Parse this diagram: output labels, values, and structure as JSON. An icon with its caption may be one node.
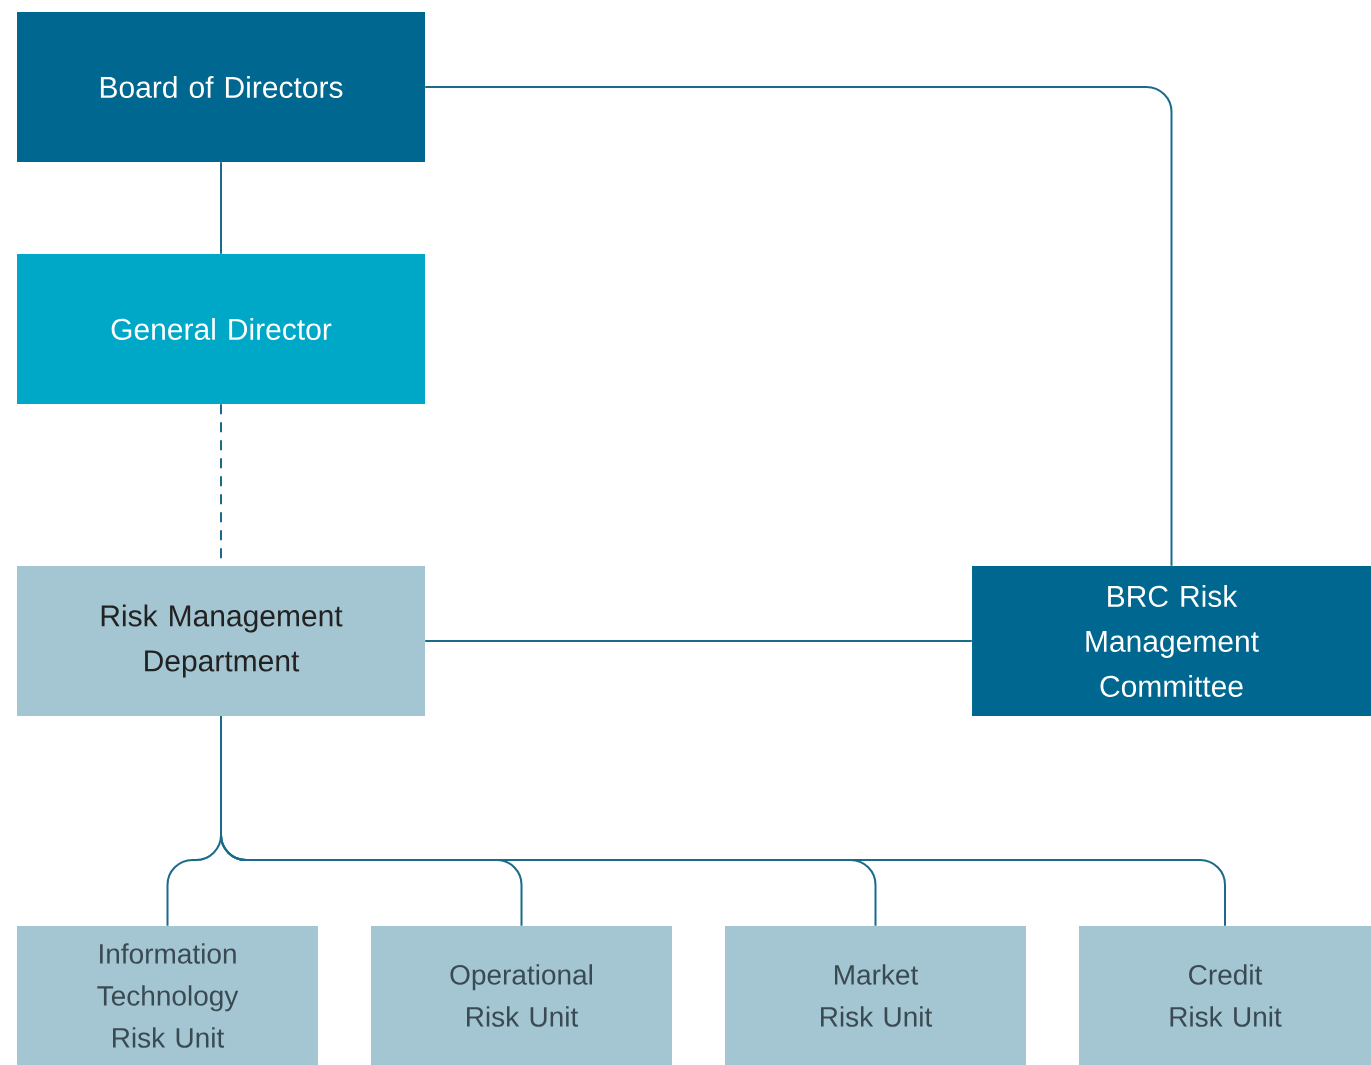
{
  "diagram": {
    "nodes": [
      {
        "text": [
          "Board of Directors"
        ]
      },
      {
        "text": [
          "General Director"
        ]
      },
      {
        "text": [
          "Risk Management Department"
        ]
      },
      {
        "text": [
          "BRC Risk Management Committee"
        ]
      },
      {
        "text": [
          "Information Technology Risk Unit"
        ]
      },
      {
        "text": [
          "Operational Risk Unit"
        ]
      },
      {
        "text": [
          "Market Risk Unit"
        ]
      },
      {
        "text": [
          "Credit Risk Unit"
        ]
      }
    ],
    "edges": [
      {
        "from": 0,
        "to": 1,
        "arrow": "none"
      },
      {
        "from": 1,
        "to": 2,
        "arrow": "none",
        "style": "dashed"
      },
      {
        "from": 0,
        "to": 3,
        "arrow": "none"
      },
      {
        "from": 2,
        "to": 3,
        "arrow": "none"
      },
      {
        "from": 2,
        "to": 4,
        "arrow": "none"
      },
      {
        "from": 2,
        "to": 5,
        "arrow": "none"
      },
      {
        "from": 2,
        "to": 6,
        "arrow": "none"
      },
      {
        "from": 2,
        "to": 7,
        "arrow": "none"
      }
    ]
  }
}
